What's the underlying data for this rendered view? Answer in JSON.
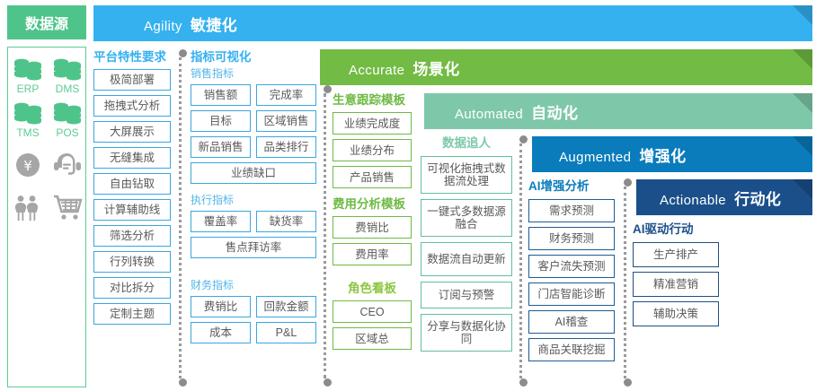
{
  "source_panel": {
    "title": "数据源",
    "icons": [
      {
        "name": "database-icon",
        "label": "ERP"
      },
      {
        "name": "database-icon",
        "label": "DMS"
      },
      {
        "name": "database-icon",
        "label": "TMS"
      },
      {
        "name": "database-icon",
        "label": "POS"
      },
      {
        "name": "yen-coin-icon",
        "label": ""
      },
      {
        "name": "headset-support-icon",
        "label": ""
      },
      {
        "name": "people-icon",
        "label": ""
      },
      {
        "name": "shopping-cart-icon",
        "label": ""
      }
    ]
  },
  "banners": [
    {
      "en": "Agility",
      "cn": "敏捷化",
      "color": "#35b1f0"
    },
    {
      "en": "Accurate",
      "cn": "场景化",
      "color": "#72bb44"
    },
    {
      "en": "Automated",
      "cn": "自动化",
      "color": "#7ec8a9"
    },
    {
      "en": "Augmented",
      "cn": "增强化",
      "color": "#0a7cbc"
    },
    {
      "en": "Actionable",
      "cn": "行动化",
      "color": "#1b4f8a"
    }
  ],
  "columns": [
    {
      "title": "平台特性要求",
      "title_color": "#35b1f0",
      "groups": [
        {
          "label": "",
          "rows": [
            [
              "极简部署"
            ],
            [
              "拖拽式分析"
            ],
            [
              "大屏展示"
            ],
            [
              "无缝集成"
            ],
            [
              "自由钻取"
            ],
            [
              "计算辅助线"
            ],
            [
              "筛选分析"
            ],
            [
              "行列转换"
            ],
            [
              "对比拆分"
            ],
            [
              "定制主题"
            ]
          ]
        }
      ]
    },
    {
      "title": "指标可视化",
      "title_color": "#35b1f0",
      "groups": [
        {
          "label": "销售指标",
          "rows": [
            [
              "销售额",
              "完成率"
            ],
            [
              "目标",
              "区域销售"
            ],
            [
              "新品销售",
              "品类排行"
            ],
            [
              "业绩缺口"
            ]
          ]
        },
        {
          "label": "执行指标",
          "rows": [
            [
              "覆盖率",
              "缺货率"
            ],
            [
              "售点拜访率"
            ]
          ]
        },
        {
          "label": "财务指标",
          "rows": [
            [
              "费销比",
              "回款金额"
            ],
            [
              "成本",
              "P&L"
            ]
          ]
        }
      ]
    },
    {
      "title": "生意跟踪模板",
      "title_color": "#6fba44",
      "groups": [
        {
          "label": "",
          "rows": [
            [
              "业绩完成度"
            ],
            [
              "业绩分布"
            ],
            [
              "产品销售"
            ]
          ]
        },
        {
          "label": "费用分析模板",
          "rows": [
            [
              "费销比"
            ],
            [
              "费用率"
            ]
          ]
        },
        {
          "label": "角色看板",
          "rows": [
            [
              "CEO"
            ],
            [
              "区域总"
            ]
          ]
        }
      ]
    },
    {
      "title": "数据追人",
      "title_color": "#7ec8a9",
      "groups": [
        {
          "label": "",
          "rows": [
            [
              "可视化拖拽式数据流处理"
            ],
            [
              "一键式多数据源融合"
            ],
            [
              "数据流自动更新"
            ],
            [
              "订阅与预警"
            ],
            [
              "分享与数据化协同"
            ]
          ]
        }
      ]
    },
    {
      "title": "AI增强分析",
      "title_color": "#0a7cbc",
      "groups": [
        {
          "label": "",
          "rows": [
            [
              "需求预测"
            ],
            [
              "财务预测"
            ],
            [
              "客户流失预测"
            ],
            [
              "门店智能诊断"
            ],
            [
              "AI稽查"
            ],
            [
              "商品关联挖掘"
            ]
          ]
        }
      ]
    },
    {
      "title": "AI驱动行动",
      "title_color": "#1b4f8a",
      "groups": [
        {
          "label": "",
          "rows": [
            [
              "生产排产"
            ],
            [
              "精准营销"
            ],
            [
              "辅助决策"
            ]
          ]
        }
      ]
    }
  ]
}
